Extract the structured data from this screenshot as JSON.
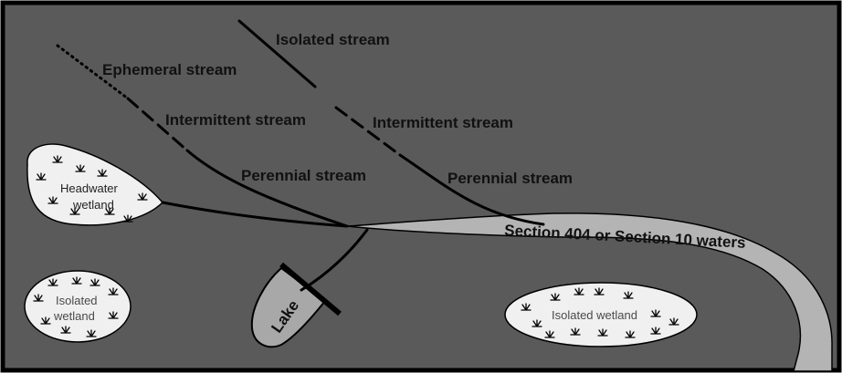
{
  "labels": {
    "isolated_stream": "Isolated stream",
    "ephemeral_stream": "Ephemeral stream",
    "intermittent_stream_left": "Intermittent stream",
    "intermittent_stream_right": "Intermittent stream",
    "perennial_stream_left": "Perennial stream",
    "perennial_stream_right": "Perennial stream",
    "section_waters": "Section 404 or Section 10 waters",
    "headwater_wetland_line1": "Headwater",
    "headwater_wetland_line2": "wetland",
    "isolated_wetland_left_line1": "Isolated",
    "isolated_wetland_left_line2": "wetland",
    "isolated_wetland_right": "Isolated wetland",
    "lake": "Lake"
  },
  "colors": {
    "background": "#5a5a5a",
    "frame": "#000000",
    "river_fill": "#b4b4b4",
    "wetland_fill": "#f0f0f0",
    "lake_fill": "#a8a8a8",
    "stream_line": "#000000",
    "text": "#111111"
  },
  "icons": {
    "marsh_grass": "marsh-grass-icon"
  }
}
